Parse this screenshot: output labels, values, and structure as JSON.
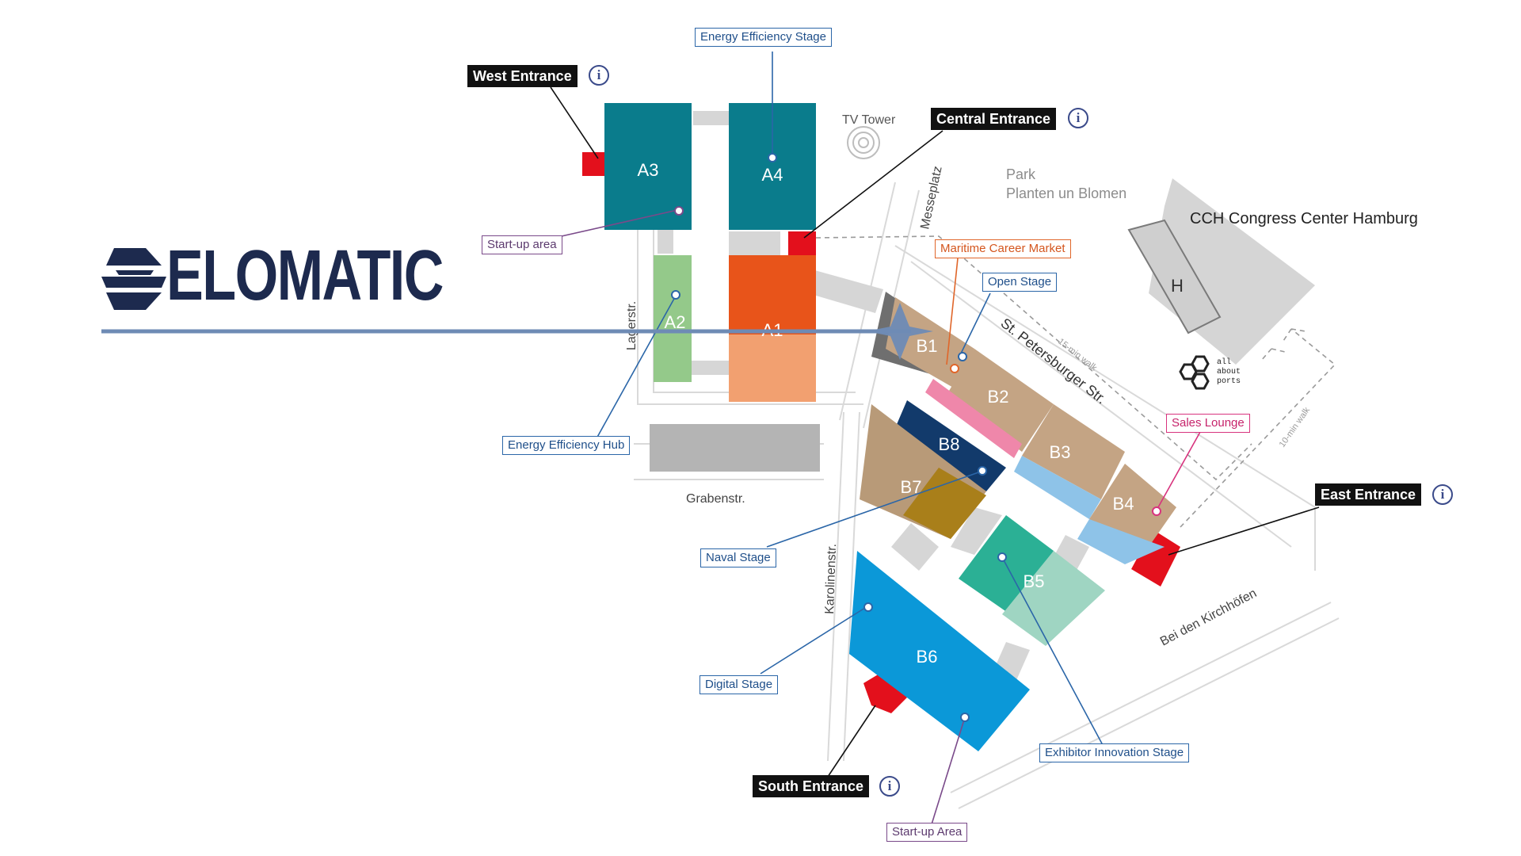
{
  "logo": {
    "brand": "ELOMATIC",
    "icon": "elomatic-emblem-icon",
    "color": "#1d2a4e"
  },
  "halls": [
    {
      "id": "a3",
      "label": "A3",
      "color": "#0a7c8c"
    },
    {
      "id": "a4",
      "label": "A4",
      "color": "#0a7c8c"
    },
    {
      "id": "a2",
      "label": "A2",
      "color": "#94c98a"
    },
    {
      "id": "a1",
      "label": "A1",
      "color": "#e8541a"
    },
    {
      "id": "b1",
      "label": "B1",
      "color": "#c4a484"
    },
    {
      "id": "b2",
      "label": "B2",
      "color": "#c4a484"
    },
    {
      "id": "b3",
      "label": "B3",
      "color": "#c4a484"
    },
    {
      "id": "b4",
      "label": "B4",
      "color": "#c4a484"
    },
    {
      "id": "b5",
      "label": "B5",
      "color": "#2bb095"
    },
    {
      "id": "b6",
      "label": "B6",
      "color": "#0b98d8"
    },
    {
      "id": "b7",
      "label": "B7",
      "color": "#b89a78"
    },
    {
      "id": "b8",
      "label": "B8",
      "color": "#123a6b"
    },
    {
      "id": "h",
      "label": "H",
      "color": "#cfcfcf"
    }
  ],
  "entrances": {
    "west": "West Entrance",
    "central": "Central Entrance",
    "east": "East Entrance",
    "south": "South Entrance"
  },
  "stages": {
    "energy_efficiency_stage": "Energy Efficiency Stage",
    "startup_area_a": "Start-up area",
    "energy_efficiency_hub": "Energy Efficiency Hub",
    "maritime_career_market": "Maritime Career Market",
    "open_stage": "Open Stage",
    "sales_lounge": "Sales Lounge",
    "naval_stage": "Naval Stage",
    "digital_stage": "Digital Stage",
    "exhibitor_innovation_stage": "Exhibitor Innovation Stage",
    "startup_area_b": "Start-up Area"
  },
  "places": {
    "tv_tower": "TV Tower",
    "park_line1": "Park",
    "park_line2": "Planten un Blomen",
    "cch": "CCH Congress Center Hamburg",
    "all_about_ports_1": "all",
    "all_about_ports_2": "about",
    "all_about_ports_3": "ports"
  },
  "streets": {
    "messeplatz": "Messeplatz",
    "lagerstr": "Lagerstr.",
    "grabenstr": "Grabenstr.",
    "karolinenstr": "Karolinenstr.",
    "st_petersburger": "St. Petersburger Str.",
    "bei_den_kirchhoefen": "Bei den Kirchhöfen"
  },
  "walks": {
    "walk_15": "15-min walk",
    "walk_10": "10-min walk"
  },
  "colors": {
    "entrance_red": "#e3101c",
    "tag_blue": "#2b66a8",
    "info": "#3a4a8a",
    "pointer_line": "#6e8bb5"
  }
}
